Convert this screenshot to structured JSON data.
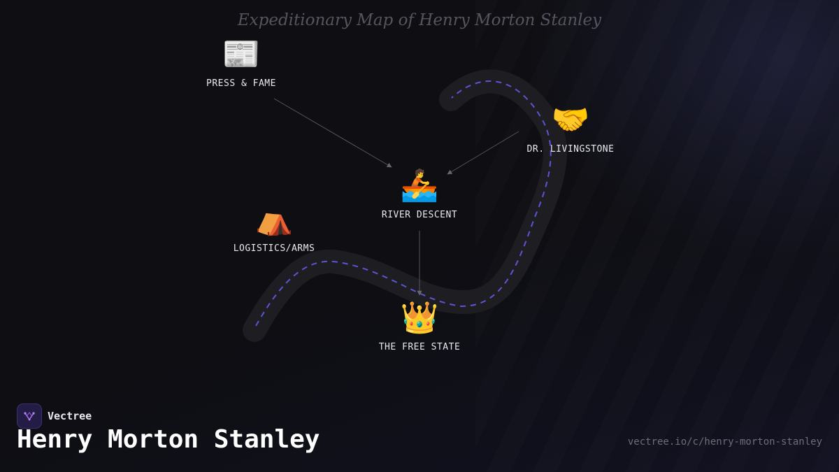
{
  "map": {
    "title": "Expeditionary Map of Henry Morton Stanley"
  },
  "nodes": {
    "press": {
      "label": "PRESS & FAME",
      "icon": "newspaper-icon",
      "glyph": "📰"
    },
    "livingstone": {
      "label": "DR. LIVINGSTONE",
      "icon": "handshake-icon",
      "glyph": "🤝"
    },
    "river": {
      "label": "RIVER DESCENT",
      "icon": "rowboat-icon",
      "glyph": "🚣"
    },
    "logistics": {
      "label": "LOGISTICS/ARMS",
      "icon": "tent-icon",
      "glyph": "⛺"
    },
    "freestate": {
      "label": "THE FREE STATE",
      "icon": "crown-icon",
      "glyph": "👑"
    }
  },
  "edges": [
    {
      "from": "press",
      "to": "river"
    },
    {
      "from": "livingstone",
      "to": "river"
    },
    {
      "from": "river",
      "to": "freestate"
    }
  ],
  "colors": {
    "route_track": "#1e1e22",
    "route_dash": "#5b55d6",
    "edge": "#55555c"
  },
  "footer": {
    "brand": "Vectree",
    "heading": "Henry Morton Stanley",
    "url": "vectree.io/c/henry-morton-stanley"
  }
}
